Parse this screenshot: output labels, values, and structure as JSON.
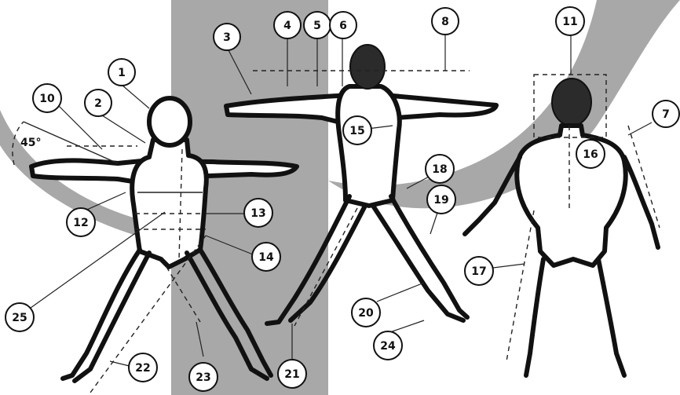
{
  "angle_label": "45°",
  "callouts": [
    {
      "id": "1",
      "label": "1"
    },
    {
      "id": "2",
      "label": "2"
    },
    {
      "id": "3",
      "label": "3"
    },
    {
      "id": "4",
      "label": "4"
    },
    {
      "id": "5",
      "label": "5"
    },
    {
      "id": "6",
      "label": "6"
    },
    {
      "id": "7",
      "label": "7"
    },
    {
      "id": "8",
      "label": "8"
    },
    {
      "id": "10",
      "label": "10"
    },
    {
      "id": "11",
      "label": "11"
    },
    {
      "id": "12",
      "label": "12"
    },
    {
      "id": "13",
      "label": "13"
    },
    {
      "id": "14",
      "label": "14"
    },
    {
      "id": "15",
      "label": "15"
    },
    {
      "id": "16",
      "label": "16"
    },
    {
      "id": "17",
      "label": "17"
    },
    {
      "id": "18",
      "label": "18"
    },
    {
      "id": "19",
      "label": "19"
    },
    {
      "id": "20",
      "label": "20"
    },
    {
      "id": "21",
      "label": "21"
    },
    {
      "id": "22",
      "label": "22"
    },
    {
      "id": "23",
      "label": "23"
    },
    {
      "id": "24",
      "label": "24"
    },
    {
      "id": "25",
      "label": "25"
    }
  ],
  "colors": {
    "background": "#ffffff",
    "gray_band": "#a8a8a8",
    "outline": "#111111"
  }
}
